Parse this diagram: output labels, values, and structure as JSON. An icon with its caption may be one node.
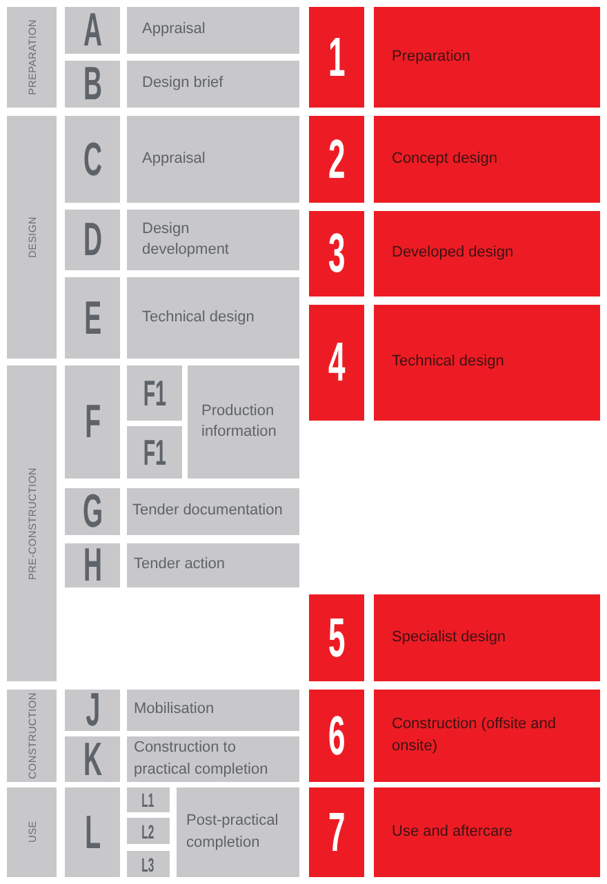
{
  "diagram": {
    "nodes": [
      {
        "text": [
          "PREPARATION"
        ]
      },
      {
        "text": [
          "A"
        ]
      },
      {
        "text": [
          "Appraisal"
        ]
      },
      {
        "text": [
          "B"
        ]
      },
      {
        "text": [
          "Design brief"
        ]
      },
      {
        "text": [
          "DESIGN"
        ]
      },
      {
        "text": [
          "C"
        ]
      },
      {
        "text": [
          "Appraisal"
        ]
      },
      {
        "text": [
          "D"
        ]
      },
      {
        "text": [
          "Design development"
        ]
      },
      {
        "text": [
          "E"
        ]
      },
      {
        "text": [
          "Technical design"
        ]
      },
      {
        "text": [
          "PRE-CONSTRUCTION"
        ]
      },
      {
        "text": [
          "F"
        ]
      },
      {
        "text": [
          "F1"
        ]
      },
      {
        "text": [
          "F1"
        ]
      },
      {
        "text": [
          "Production information"
        ]
      },
      {
        "text": [
          "G"
        ]
      },
      {
        "text": [
          "Tender documentation"
        ]
      },
      {
        "text": [
          "H"
        ]
      },
      {
        "text": [
          "Tender action"
        ]
      },
      {
        "text": [
          "CONSTRUCTION"
        ]
      },
      {
        "text": [
          "J"
        ]
      },
      {
        "text": [
          "Mobilisation"
        ]
      },
      {
        "text": [
          "K"
        ]
      },
      {
        "text": [
          "Construction to practical completion"
        ]
      },
      {
        "text": [
          "USE"
        ]
      },
      {
        "text": [
          "L"
        ]
      },
      {
        "text": [
          "L1"
        ]
      },
      {
        "text": [
          "L2"
        ]
      },
      {
        "text": [
          "L3"
        ]
      },
      {
        "text": [
          "Post-practical completion"
        ]
      },
      {
        "text": [
          "1"
        ]
      },
      {
        "text": [
          "Preparation"
        ]
      },
      {
        "text": [
          "2"
        ]
      },
      {
        "text": [
          "Concept design"
        ]
      },
      {
        "text": [
          "3"
        ]
      },
      {
        "text": [
          "Developed design"
        ]
      },
      {
        "text": [
          "4"
        ]
      },
      {
        "text": [
          "Technical design"
        ]
      },
      {
        "text": [
          "5"
        ]
      },
      {
        "text": [
          "Specialist design"
        ]
      },
      {
        "text": [
          "6"
        ]
      },
      {
        "text": [
          "Construction (offsite and onsite)"
        ]
      },
      {
        "text": [
          "7"
        ]
      },
      {
        "text": [
          "Use and aftercare"
        ]
      }
    ]
  }
}
